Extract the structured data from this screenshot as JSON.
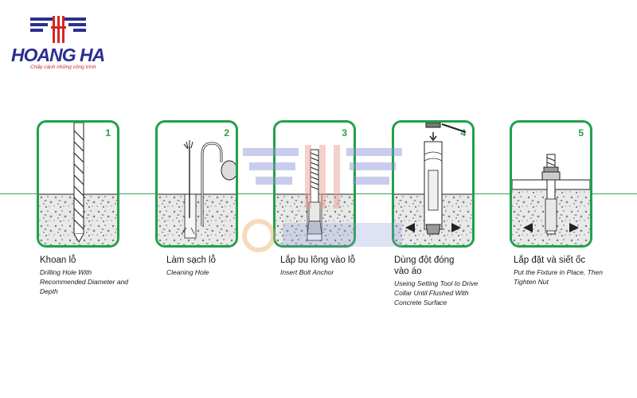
{
  "logo": {
    "brand": "HOANG HA",
    "tagline": "Chấp cánh những công trình"
  },
  "steps": [
    {
      "number": "1",
      "title_vi": "Khoan lỗ",
      "title_en": "Drilling Hole With Recommended Diameter and Depth"
    },
    {
      "number": "2",
      "title_vi": "Làm sạch lỗ",
      "title_en": "Cleaning Hole"
    },
    {
      "number": "3",
      "title_vi": "Lắp bu lông vào lỗ",
      "title_en": "Insert Bolt Anchor"
    },
    {
      "number": "4",
      "title_vi": "Dùng đột đóng vào áo",
      "title_en": "Useing Setting Tool to Drive Collar Until Flushed With Concrete Surface"
    },
    {
      "number": "5",
      "title_vi": "Lắp đặt  và siết ốc",
      "title_en": "Put the Fixture in Place, Then Tighten Nut"
    }
  ],
  "colors": {
    "accent": "#23a04a",
    "brand_blue": "#2a2f8f",
    "brand_red": "#d5261f"
  }
}
